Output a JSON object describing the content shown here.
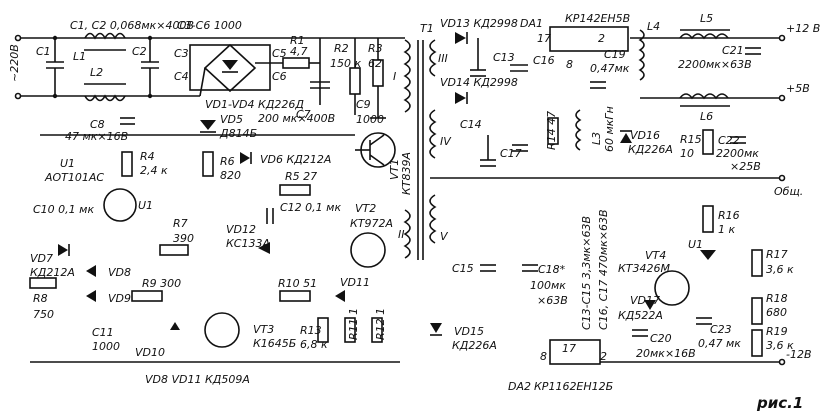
{
  "figure_label": "рис.1",
  "mains": "~220В",
  "line_filter": [
    "C1, C2 0,068мк×400В",
    "C1",
    "C2",
    "L1",
    "L2"
  ],
  "bridge": [
    "C3-C6 1000",
    "C3",
    "C4",
    "C5",
    "C6",
    "VD1-VD4 КД226Д"
  ],
  "R1": [
    "R1",
    "4,7"
  ],
  "R2": [
    "R2",
    "150 к"
  ],
  "R3": [
    "R3",
    "62"
  ],
  "C7": [
    "C7",
    "200 мк×400В"
  ],
  "C9": [
    "C9",
    "1000"
  ],
  "C8": [
    "C8",
    "47 мк×16В"
  ],
  "VD5": [
    "VD5",
    "Д814Б"
  ],
  "U1a": [
    "U1",
    "АОТ101АС"
  ],
  "R4": [
    "R4",
    "2,4 к"
  ],
  "R6": [
    "R6",
    "820"
  ],
  "VD6": "VD6 КД212А",
  "R5": "R5 27",
  "VT1": [
    "VT1",
    "КТ839А"
  ],
  "C10": "C10 0,1 мк",
  "U1b": "U1",
  "R7": [
    "R7",
    "390"
  ],
  "C12": "C12 0,1 мк",
  "VD12": [
    "VD12",
    "КС133А"
  ],
  "VT2": [
    "VT2",
    "КТ972А"
  ],
  "VD7": [
    "VD7",
    "КД212А"
  ],
  "VD8": "VD8",
  "VD9": "VD9",
  "R9": "R9 300",
  "R10": "R10 51",
  "VD11": "VD11",
  "R8": [
    "R8",
    "750"
  ],
  "C11": [
    "C11",
    "1000"
  ],
  "VD10": "VD10",
  "VT3": [
    "VT3",
    "К1645Б"
  ],
  "R13": [
    "R13",
    "6,8 к"
  ],
  "R11": "R11 1",
  "R12": "R12 1",
  "diode_note": "VD8  VD11  КД509А",
  "T1": [
    "T1",
    "I",
    "II",
    "III",
    "IV",
    "V"
  ],
  "VD13": "VD13 КД2998",
  "VD14": "VD14 КД2998",
  "VD15": [
    "VD15",
    "КД226А"
  ],
  "C13": "C13",
  "C14": "C14",
  "C15": "C15",
  "C16": "C16",
  "C17": "C17",
  "C18": [
    "C18*",
    "100мк",
    "×63В"
  ],
  "cap_note": [
    "C13-C15 3,3мк×63В",
    "C16, C17 470мк×63В"
  ],
  "DA1": [
    "DA1",
    "КР142ЕН5В",
    "17",
    "2",
    "8"
  ],
  "DA2": [
    "DA2",
    "КР1162ЕН12Б",
    "8",
    "17",
    "2"
  ],
  "C19": [
    "C19",
    "0,47мк"
  ],
  "R14": "R14 47",
  "L3": [
    "L3",
    "60 мкГн"
  ],
  "VD16": [
    "VD16",
    "КД226А"
  ],
  "L4": "L4",
  "L5": "L5",
  "L6": "L6",
  "C21": [
    "C21",
    "2200мк×63В"
  ],
  "R15": [
    "R15",
    "10"
  ],
  "C22": [
    "C22",
    "2200мк",
    "×25В"
  ],
  "R16": [
    "R16",
    "1 к"
  ],
  "VT4": [
    "VT4",
    "КТ3426М"
  ],
  "U1c": "U1",
  "VD17": [
    "VD17",
    "КД522А"
  ],
  "C20": [
    "C20",
    "20мк×16В"
  ],
  "C23": [
    "C23",
    "0,47 мк"
  ],
  "R17": [
    "R17",
    "3,6 к"
  ],
  "R18": [
    "R18",
    "680"
  ],
  "R19": [
    "R19",
    "3,6 к"
  ],
  "outputs": [
    "+12 В",
    "+5В",
    "Общ.",
    "-12В"
  ]
}
